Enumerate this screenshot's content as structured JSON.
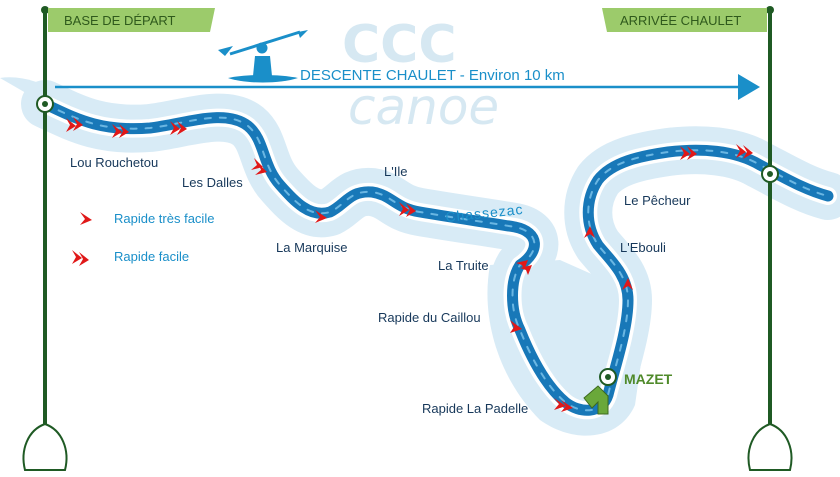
{
  "title": "DESCENTE CHAULET - Environ 10 km",
  "start_flag": "BASE DE DÉPART",
  "end_flag": "ARRIVÉE CHAULET",
  "watermark": {
    "top": "CCC",
    "bottom": "canoe"
  },
  "river_name": "Chassezac",
  "places": {
    "lou_rouchetou": "Lou Rouchetou",
    "les_dalles": "Les Dalles",
    "la_marquise": "La Marquise",
    "l_ile": "L'Ile",
    "la_truite": "La Truite",
    "rapide_du_caillou": "Rapide du Caillou",
    "rapide_la_padelle": "Rapide La Padelle",
    "mazet": "MAZET",
    "l_ebouli": "L'Ebouli",
    "le_pecheur": "Le Pêcheur"
  },
  "legend": {
    "very_easy": "Rapide très facile",
    "easy": "Rapide facile"
  },
  "colors": {
    "river_halo": "#d8ebf6",
    "river": "#1878b8",
    "accent": "#1a8fc9",
    "rapid": "#e01818",
    "flag": "#9ccb6b",
    "pole": "#1f5a24"
  },
  "icons": {
    "kayaker": "kayaker-icon",
    "start_marker": "start-marker-icon",
    "end_marker": "end-marker-icon",
    "mazet_marker": "location-marker-icon",
    "mazet_landing": "landing-icon"
  }
}
